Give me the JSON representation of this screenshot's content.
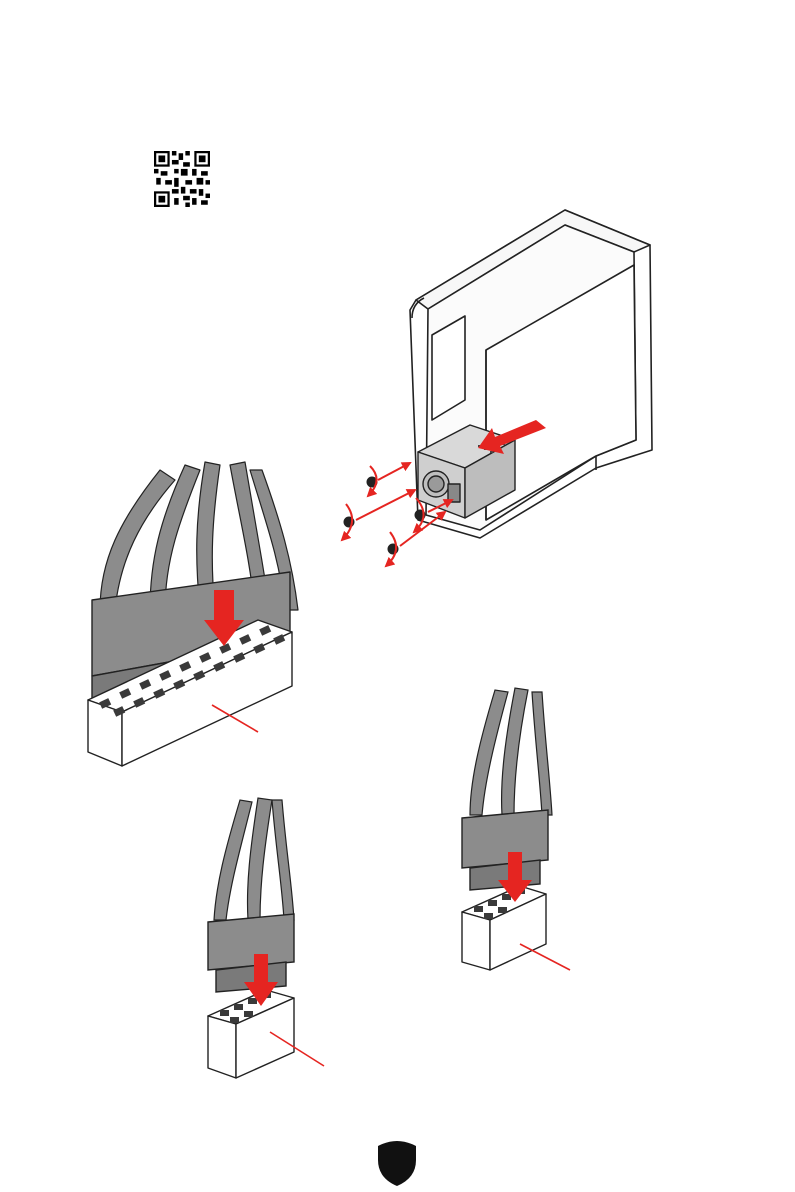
{
  "page": {
    "qr_code": "qr-code",
    "shield_icon": "msi-shield-icon"
  },
  "colors": {
    "arrow_red": "#e52521",
    "connector_gray": "#8c8c8c",
    "line_dark": "#222222",
    "pin_dark": "#3a3a3a",
    "page_bg": "#ffffff"
  },
  "steps": [
    {
      "name": "install-psu-into-case"
    },
    {
      "name": "connect-24pin-atx"
    },
    {
      "name": "connect-8pin-cpu-1"
    },
    {
      "name": "connect-8pin-cpu-2"
    }
  ]
}
